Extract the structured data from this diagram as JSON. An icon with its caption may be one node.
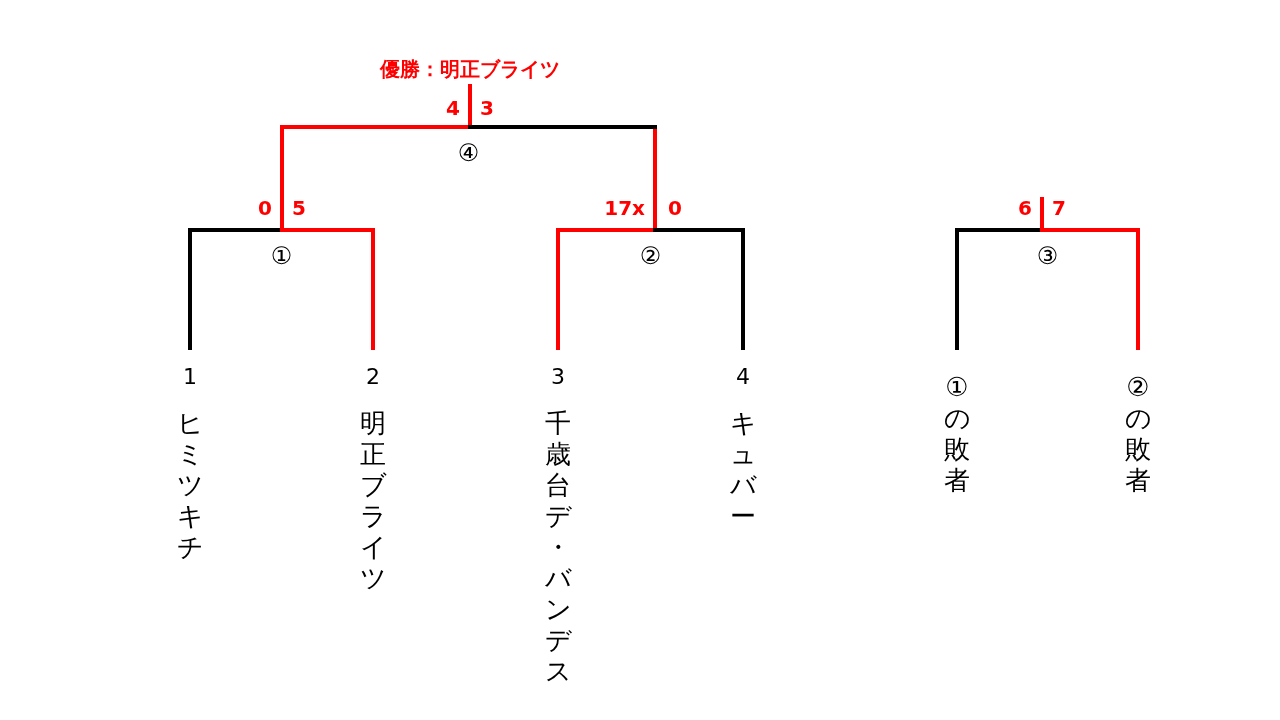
{
  "diagram": {
    "nodes": [
      {
        "text": [
          "優勝：明正ブライツ"
        ]
      },
      {
        "text": [
          "④"
        ],
        "beside": [
          "4",
          "3"
        ]
      },
      {
        "text": [
          "①"
        ],
        "beside": [
          "0",
          "5"
        ]
      },
      {
        "text": [
          "②"
        ],
        "beside": [
          "17x",
          "0"
        ]
      },
      {
        "text": [
          "③"
        ],
        "beside": [
          "6",
          "7"
        ]
      },
      {
        "text": [
          "1",
          "ヒミツキチ"
        ]
      },
      {
        "text": [
          "2",
          "明正ブライツ"
        ]
      },
      {
        "text": [
          "3",
          "千歳台デ・バンデス"
        ]
      },
      {
        "text": [
          "4",
          "キュバー"
        ]
      },
      {
        "text": [
          "①の敗者"
        ]
      },
      {
        "text": [
          "②の敗者"
        ]
      }
    ],
    "edges": [
      {
        "from": 1,
        "to": 0,
        "arrow": "none"
      },
      {
        "from": 2,
        "to": 1,
        "arrow": "none"
      },
      {
        "from": 3,
        "to": 1,
        "arrow": "none"
      },
      {
        "from": 5,
        "to": 2,
        "arrow": "none",
        "color": "#000000"
      },
      {
        "from": 6,
        "to": 2,
        "arrow": "none"
      },
      {
        "from": 7,
        "to": 3,
        "arrow": "none"
      },
      {
        "from": 8,
        "to": 3,
        "arrow": "none",
        "color": "#000000"
      },
      {
        "from": 9,
        "to": 4,
        "arrow": "none",
        "color": "#000000"
      },
      {
        "from": 10,
        "to": 4,
        "arrow": "none"
      },
      {
        "from": 4,
        "to": null,
        "arrow": "none"
      }
    ]
  }
}
